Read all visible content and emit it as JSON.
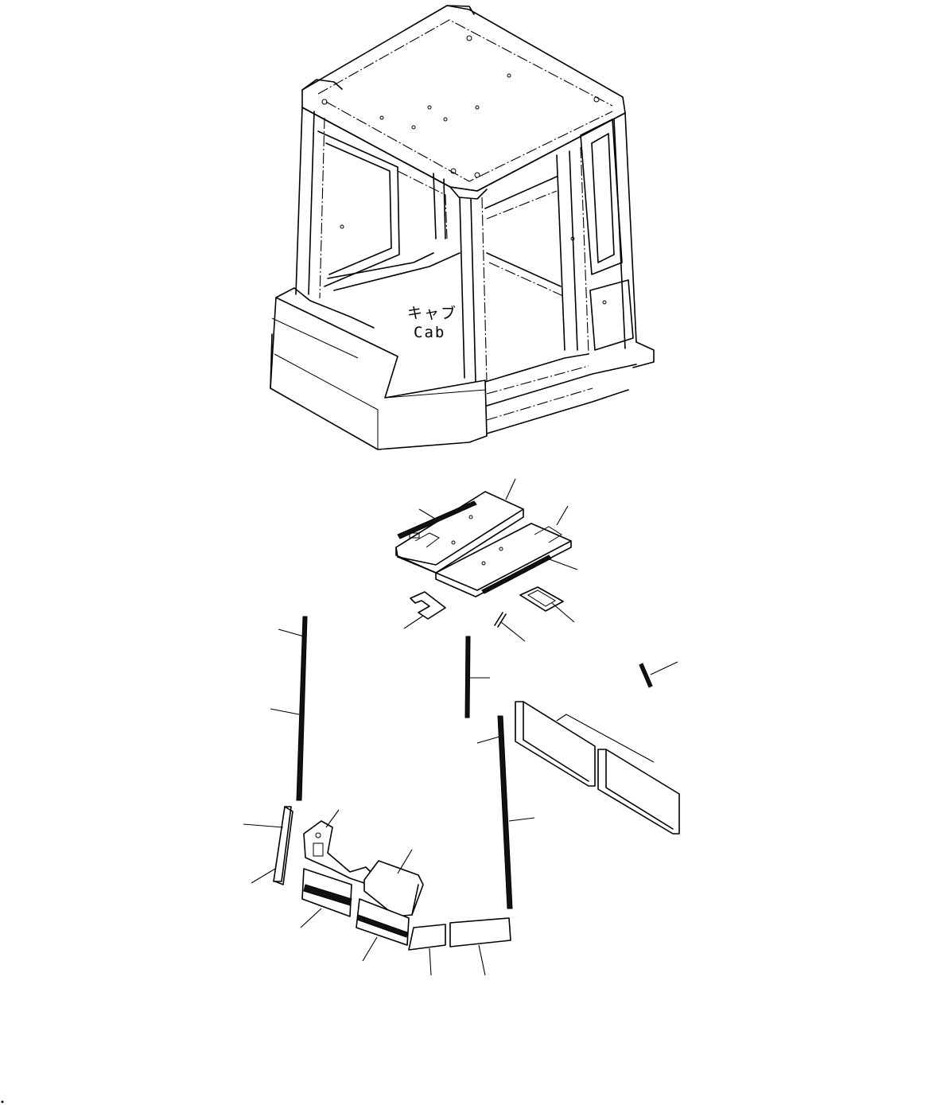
{
  "cab_label": {
    "jp": "キャブ",
    "en": "Cab"
  },
  "icons": [
    "cab-frame-drawing",
    "insulation-part"
  ]
}
